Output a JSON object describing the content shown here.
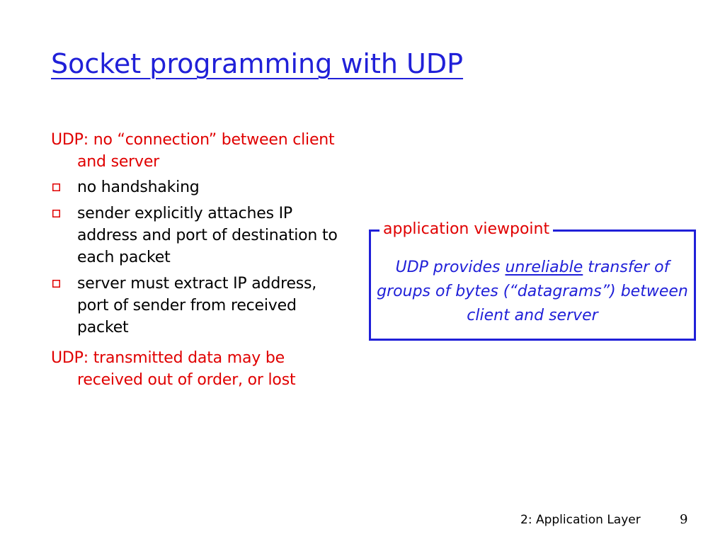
{
  "slide": {
    "title": "Socket programming with UDP",
    "intro": "UDP: no “connection” between client and server",
    "bullets": [
      {
        "text": "no handshaking"
      },
      {
        "text": "sender explicitly attaches IP address and port of destination to each packet"
      },
      {
        "text": "server must extract IP address, port of sender from received packet"
      }
    ],
    "conclusion": "UDP: transmitted data may be received out of order, or lost",
    "bullet_icon": "hollow-square-bullet"
  },
  "viewpoint": {
    "label": "application viewpoint",
    "text_before": "UDP provides ",
    "text_emphasis": "unreliable",
    "text_after": " transfer of groups of bytes (“datagrams”) between client and server"
  },
  "footer": {
    "label": "2: Application Layer",
    "page_number": "9"
  },
  "colors": {
    "title": "#2020d8",
    "accent_red": "#e00000",
    "box_border": "#2020d8",
    "body_text": "#000000",
    "background": "#ffffff"
  }
}
